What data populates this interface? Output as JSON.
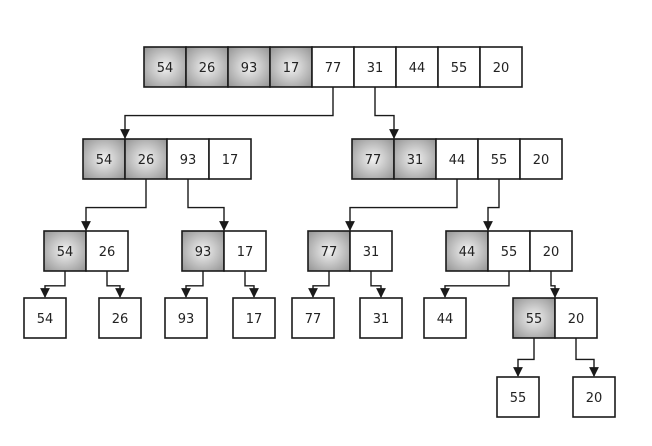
{
  "diagram": {
    "levels": [
      {
        "groups": [
          {
            "cells": [
              {
                "value": "54",
                "shaded": true
              },
              {
                "value": "26",
                "shaded": true
              },
              {
                "value": "93",
                "shaded": true
              },
              {
                "value": "17",
                "shaded": true
              },
              {
                "value": "77",
                "shaded": false
              },
              {
                "value": "31",
                "shaded": false
              },
              {
                "value": "44",
                "shaded": false
              },
              {
                "value": "55",
                "shaded": false
              },
              {
                "value": "20",
                "shaded": false
              }
            ]
          }
        ]
      },
      {
        "groups": [
          {
            "cells": [
              {
                "value": "54",
                "shaded": true
              },
              {
                "value": "26",
                "shaded": true
              },
              {
                "value": "93",
                "shaded": false
              },
              {
                "value": "17",
                "shaded": false
              }
            ]
          },
          {
            "cells": [
              {
                "value": "77",
                "shaded": true
              },
              {
                "value": "31",
                "shaded": true
              },
              {
                "value": "44",
                "shaded": false
              },
              {
                "value": "55",
                "shaded": false
              },
              {
                "value": "20",
                "shaded": false
              }
            ]
          }
        ]
      },
      {
        "groups": [
          {
            "cells": [
              {
                "value": "54",
                "shaded": true
              },
              {
                "value": "26",
                "shaded": false
              }
            ]
          },
          {
            "cells": [
              {
                "value": "93",
                "shaded": true
              },
              {
                "value": "17",
                "shaded": false
              }
            ]
          },
          {
            "cells": [
              {
                "value": "77",
                "shaded": true
              },
              {
                "value": "31",
                "shaded": false
              }
            ]
          },
          {
            "cells": [
              {
                "value": "44",
                "shaded": true
              },
              {
                "value": "55",
                "shaded": false
              },
              {
                "value": "20",
                "shaded": false
              }
            ]
          }
        ]
      },
      {
        "groups": [
          {
            "cells": [
              {
                "value": "54",
                "shaded": false
              }
            ]
          },
          {
            "cells": [
              {
                "value": "26",
                "shaded": false
              }
            ]
          },
          {
            "cells": [
              {
                "value": "93",
                "shaded": false
              }
            ]
          },
          {
            "cells": [
              {
                "value": "17",
                "shaded": false
              }
            ]
          },
          {
            "cells": [
              {
                "value": "77",
                "shaded": false
              }
            ]
          },
          {
            "cells": [
              {
                "value": "31",
                "shaded": false
              }
            ]
          },
          {
            "cells": [
              {
                "value": "44",
                "shaded": false
              }
            ]
          },
          {
            "cells": [
              {
                "value": "55",
                "shaded": true
              },
              {
                "value": "20",
                "shaded": false
              }
            ]
          }
        ]
      },
      {
        "groups": [
          {
            "cells": [
              {
                "value": "55",
                "shaded": false
              }
            ]
          },
          {
            "cells": [
              {
                "value": "20",
                "shaded": false
              }
            ]
          }
        ]
      }
    ],
    "edges": [
      {
        "from": "0.0",
        "to": "1.0"
      },
      {
        "from": "0.0",
        "to": "1.1"
      },
      {
        "from": "1.0",
        "to": "2.0"
      },
      {
        "from": "1.0",
        "to": "2.1"
      },
      {
        "from": "1.1",
        "to": "2.2"
      },
      {
        "from": "1.1",
        "to": "2.3"
      },
      {
        "from": "2.0",
        "to": "3.0"
      },
      {
        "from": "2.0",
        "to": "3.1"
      },
      {
        "from": "2.1",
        "to": "3.2"
      },
      {
        "from": "2.1",
        "to": "3.3"
      },
      {
        "from": "2.2",
        "to": "3.4"
      },
      {
        "from": "2.2",
        "to": "3.5"
      },
      {
        "from": "2.3",
        "to": "3.6"
      },
      {
        "from": "2.3",
        "to": "3.7"
      },
      {
        "from": "3.7",
        "to": "4.0"
      },
      {
        "from": "3.7",
        "to": "4.1"
      }
    ],
    "colors": {
      "border": "#1a1a1a",
      "cell_fill": "#ffffff",
      "shade_dark": "#8c8c8c",
      "shade_light": "#f2f2f2",
      "text": "#222222",
      "arrow": "#1a1a1a"
    }
  }
}
